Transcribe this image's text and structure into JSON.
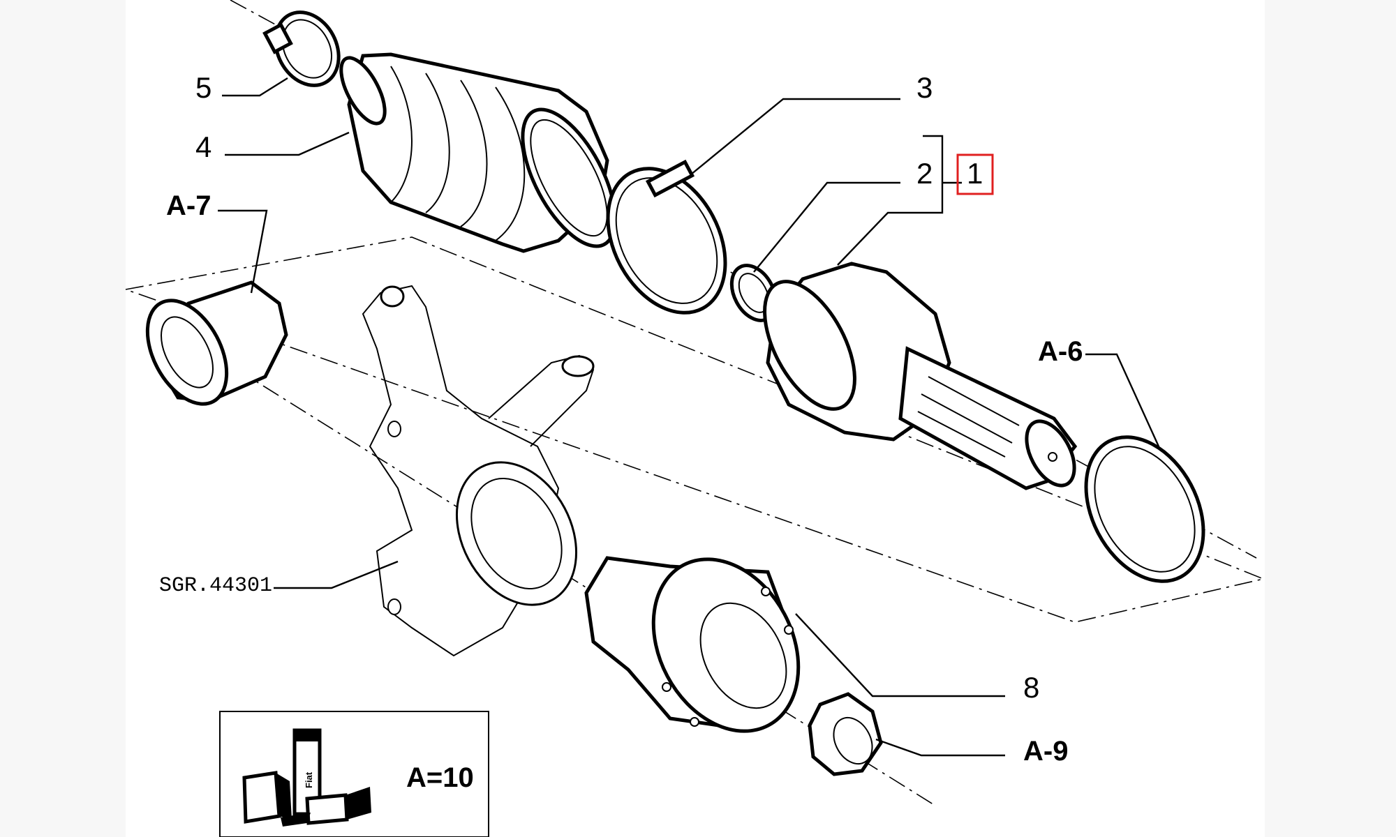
{
  "callouts": {
    "c5": "5",
    "c4": "4",
    "c3": "3",
    "c2": "2",
    "c1": "1",
    "a7": "A-7",
    "a6": "A-6",
    "c8": "8",
    "a9": "A-9",
    "sgr": "SGR.44301"
  },
  "legend_box": {
    "text": "A=10",
    "can_text": "Fiat"
  },
  "colors": {
    "highlight": "#e02020",
    "ink": "#000000",
    "page_margin": "#f7f7f7"
  }
}
